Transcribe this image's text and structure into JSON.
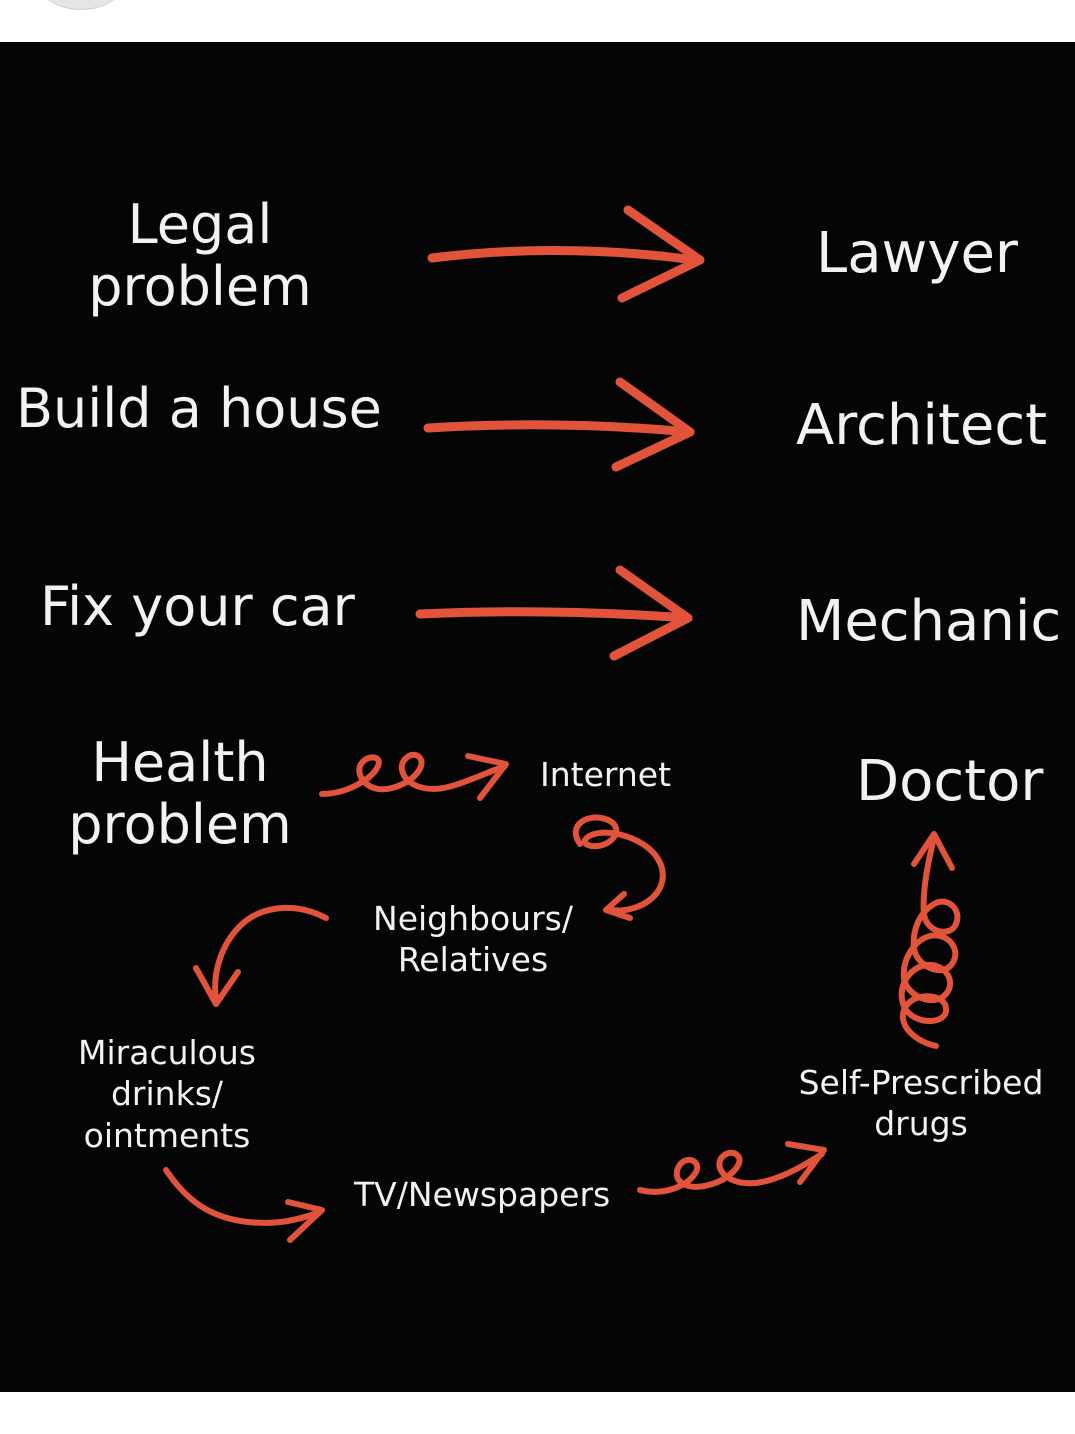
{
  "colors": {
    "background": "#050505",
    "text": "#f2f2f2",
    "arrow": "#e2533c",
    "page": "#ffffff"
  },
  "rows": [
    {
      "problem_line1": "Legal",
      "problem_line2": "problem",
      "solution": "Lawyer"
    },
    {
      "problem": "Build a house",
      "solution": "Architect"
    },
    {
      "problem": "Fix your car",
      "solution": "Mechanic"
    }
  ],
  "health": {
    "problem_line1": "Health",
    "problem_line2": "problem",
    "doctor": "Doctor",
    "steps": {
      "internet": "Internet",
      "neighbours_line1": "Neighbours/",
      "neighbours_line2": "Relatives",
      "miraculous_line1": "Miraculous",
      "miraculous_line2": "drinks/",
      "miraculous_line3": "ointments",
      "tv": "TV/Newspapers",
      "self_line1": "Self-Prescribed",
      "self_line2": "drugs"
    }
  },
  "icons": {
    "straight_arrow": "right-arrow-icon",
    "loop_arrow": "squiggle-arrow-icon",
    "curved_arrow": "curved-arrow-icon",
    "spiral_arrow": "spiral-up-arrow-icon"
  }
}
